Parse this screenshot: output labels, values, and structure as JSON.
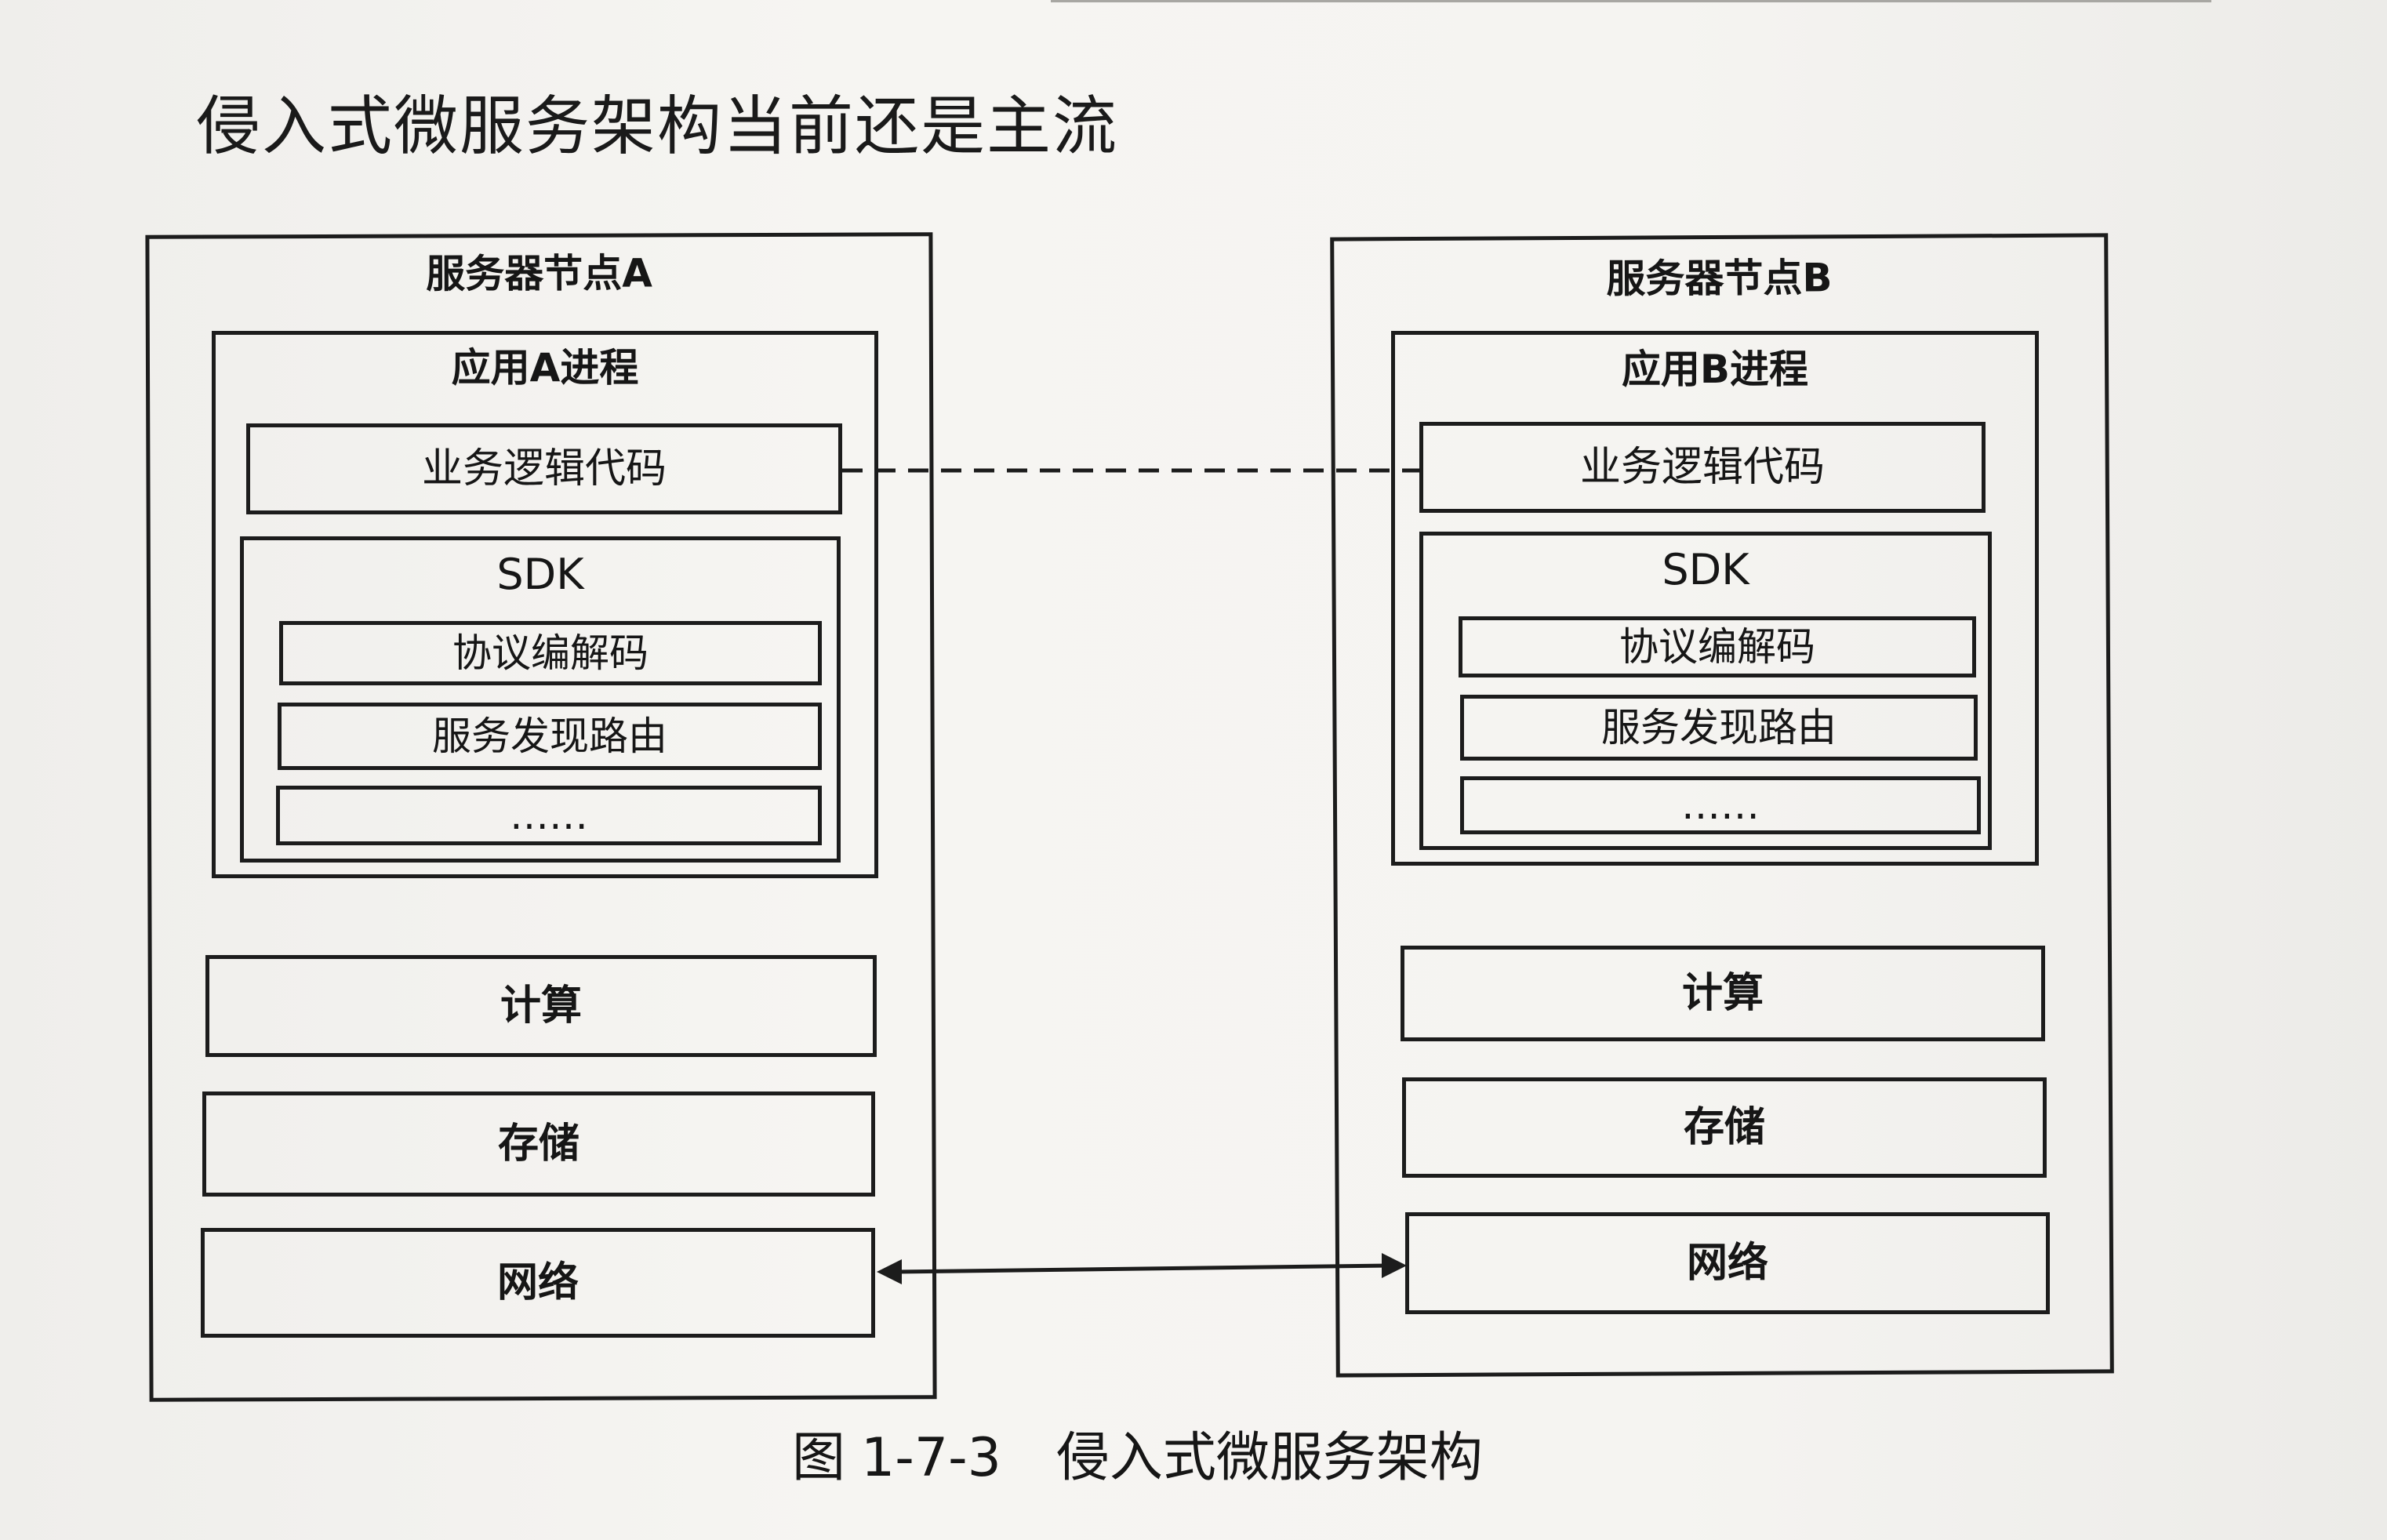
{
  "heading": "侵入式微服务架构当前还是主流",
  "caption": {
    "prefix": "图",
    "number": "1-7-3",
    "text": "侵入式微服务架构"
  },
  "node_a": {
    "title": "服务器节点A",
    "process": {
      "title": "应用A进程",
      "business_logic": "业务逻辑代码",
      "sdk": {
        "title": "SDK",
        "items": [
          "协议编解码",
          "服务发现路由",
          "……"
        ]
      }
    },
    "compute": "计算",
    "storage": "存储",
    "network": "网络"
  },
  "node_b": {
    "title": "服务器节点B",
    "process": {
      "title": "应用B进程",
      "business_logic": "业务逻辑代码",
      "sdk": {
        "title": "SDK",
        "items": [
          "协议编解码",
          "服务发现路由",
          "……"
        ]
      }
    },
    "compute": "计算",
    "storage": "存储",
    "network": "网络"
  }
}
